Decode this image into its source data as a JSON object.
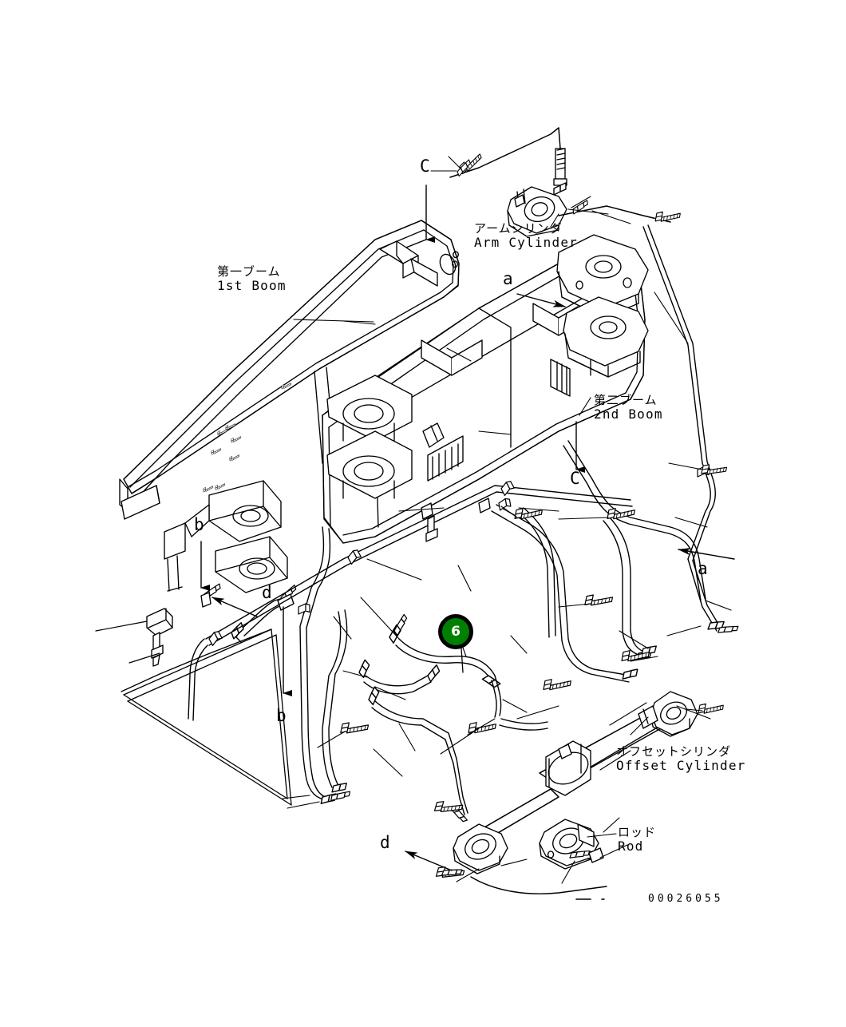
{
  "drawing": {
    "title_number": "00026055",
    "background_color": "#ffffff",
    "line_color": "#000000"
  },
  "callout": {
    "number": "6",
    "fill_color": "#008000",
    "ring_color": "#000000",
    "text_color": "#ffffff"
  },
  "part_labels": [
    {
      "id": "first-boom",
      "jp": "第一ブーム",
      "en": "1st Boom"
    },
    {
      "id": "arm-cylinder",
      "jp": "アームシリンダ",
      "en": "Arm Cylinder"
    },
    {
      "id": "second-boom",
      "jp": "第二ブーム",
      "en": "2nd Boom"
    },
    {
      "id": "offset-cylinder",
      "jp": "オフセットシリンダ",
      "en": "Offset Cylinder"
    },
    {
      "id": "rod",
      "jp": "ロッド",
      "en": "Rod"
    }
  ],
  "section_marks": [
    {
      "id": "c-top",
      "text": "C",
      "arrow": "down"
    },
    {
      "id": "a-upper",
      "text": "a",
      "arrow": "right"
    },
    {
      "id": "c-middle",
      "text": "C",
      "arrow": "down"
    },
    {
      "id": "a-right",
      "text": "a",
      "arrow": "left"
    },
    {
      "id": "b-upper",
      "text": "b",
      "arrow": "down"
    },
    {
      "id": "d-upper",
      "text": "d",
      "arrow": "left"
    },
    {
      "id": "b-lower",
      "text": "b",
      "arrow": "down"
    },
    {
      "id": "d-lower",
      "text": "d",
      "arrow": "left"
    }
  ]
}
